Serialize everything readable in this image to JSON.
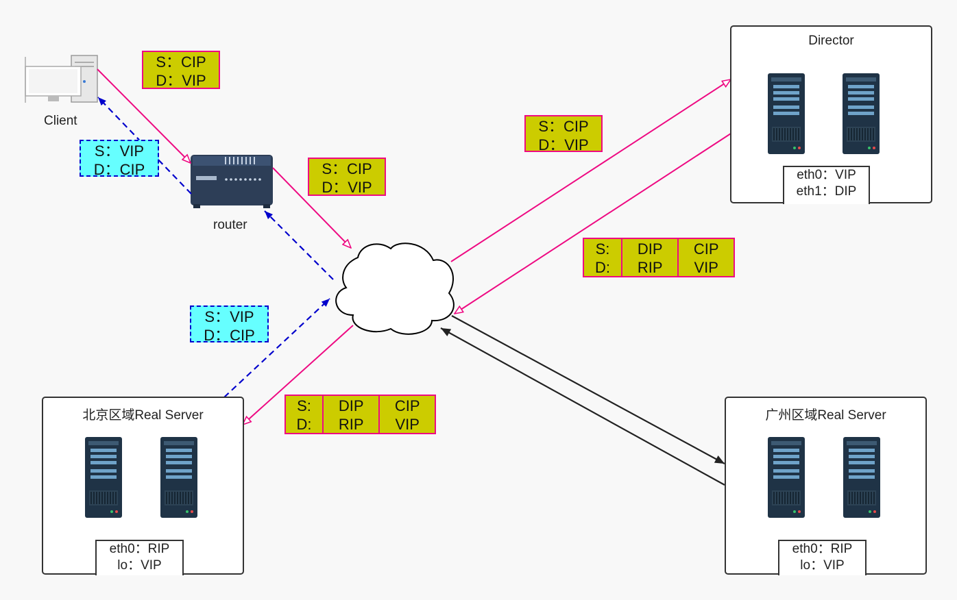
{
  "client": {
    "label": "Client",
    "icon": "desktop-computer-icon"
  },
  "router": {
    "label": "router",
    "icon": "router-icon"
  },
  "cloud": {
    "icon": "cloud-icon"
  },
  "director": {
    "title": "Director",
    "server_icon": "server-rack-icon",
    "interfaces": [
      "eth0：VIP",
      "eth1：DIP"
    ]
  },
  "rs_beijing": {
    "title": "北京区域Real Server",
    "server_icon": "server-rack-icon",
    "interfaces": [
      "eth0：RIP",
      "lo：VIP"
    ]
  },
  "rs_guangzhou": {
    "title": "广州区域Real Server",
    "server_icon": "server-rack-icon",
    "interfaces": [
      "eth0：RIP",
      "lo：VIP"
    ]
  },
  "packets": {
    "client_to_router": [
      "S：CIP",
      "D：VIP"
    ],
    "router_to_client": [
      "S：VIP",
      "D：CIP"
    ],
    "router_to_cloud": [
      "S：CIP",
      "D：VIP"
    ],
    "cloud_to_director": [
      "S：CIP",
      "D：VIP"
    ],
    "rs_to_cloud": [
      "S：VIP",
      "D：CIP"
    ]
  },
  "tunnel_packets": {
    "director_to_cloud": {
      "labels": [
        "S:",
        "D:"
      ],
      "outer": [
        "DIP",
        "RIP"
      ],
      "inner": [
        "CIP",
        "VIP"
      ]
    },
    "cloud_to_rs_beijing": {
      "labels": [
        "S:",
        "D:"
      ],
      "outer": [
        "DIP",
        "RIP"
      ],
      "inner": [
        "CIP",
        "VIP"
      ]
    }
  },
  "colors": {
    "request_line": "#ee0a82",
    "response_line": "#0000cc",
    "request_packet_fill": "#cccc00",
    "response_packet_fill": "#66ffff",
    "tunnel_line": "#333333"
  }
}
